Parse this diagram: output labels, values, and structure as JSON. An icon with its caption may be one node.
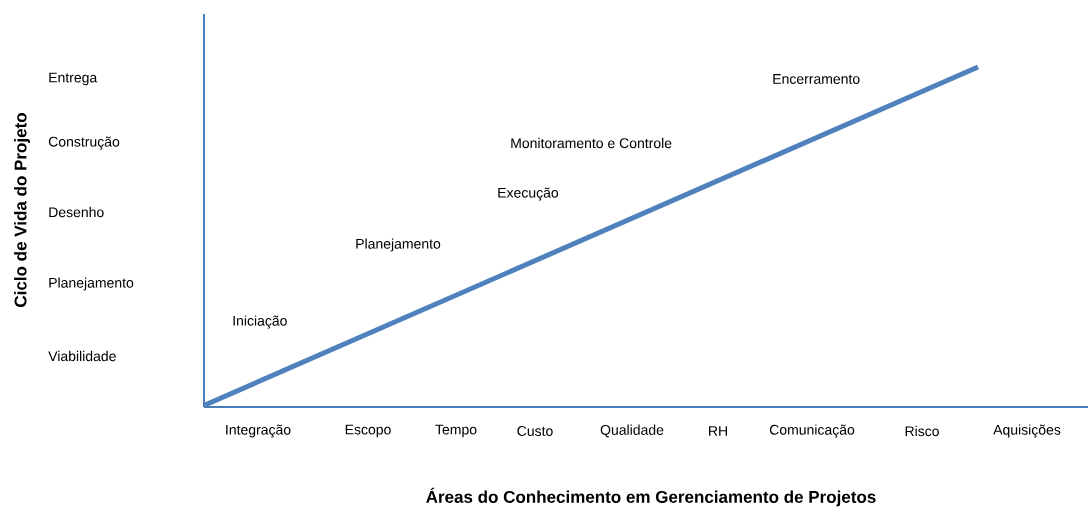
{
  "diagram": {
    "labels": [
      "Ciclo de Vida do Projeto",
      "Entrega",
      "Construção",
      "Desenho",
      "Planejamento",
      "Viabilidade",
      "Encerramento",
      "Monitoramento e Controle",
      "Execução",
      "Planejamento",
      "Iniciação",
      "Integração",
      "Escopo",
      "Tempo",
      "Custo",
      "Qualidade",
      "RH",
      "Comunicação",
      "Risco",
      "Aquisições",
      "Áreas do Conhecimento em Gerenciamento de Projetos"
    ]
  }
}
